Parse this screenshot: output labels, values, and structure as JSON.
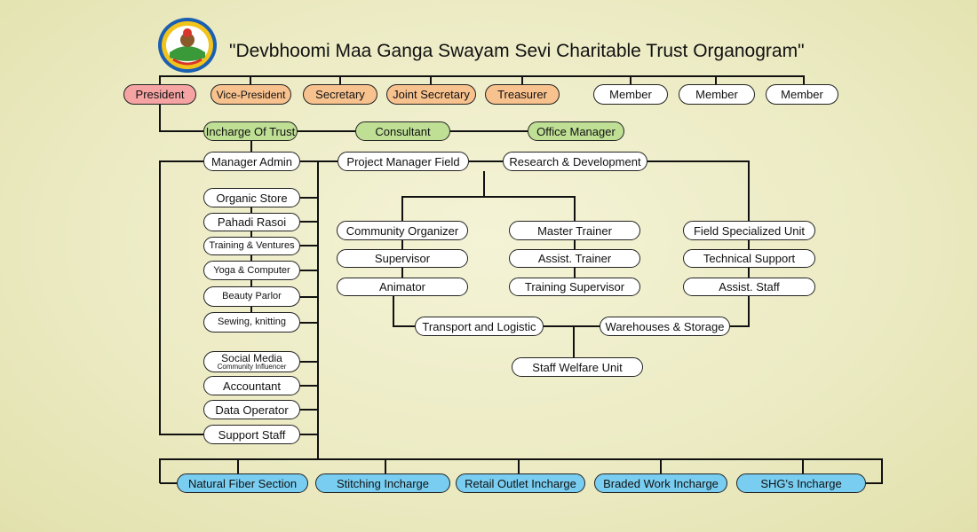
{
  "title": "\"Devbhoomi Maa Ganga Swayam Sevi Charitable Trust Organogram\"",
  "logo": {
    "icon": "trust-logo-icon",
    "colors": [
      "#1b5fb3",
      "#f2c31b",
      "#3a9a3a",
      "#d9362b"
    ]
  },
  "colors": {
    "president": "#f5a3a3",
    "officers": "#f8c28f",
    "management": "#bfdf95",
    "incharge": "#78cdf0",
    "default": "#ffffff"
  },
  "board": {
    "president": "President",
    "vice_president": "Vice-President",
    "secretary": "Secretary",
    "joint_secretary": "Joint Secretary",
    "treasurer": "Treasurer",
    "members": [
      "Member",
      "Member",
      "Member"
    ]
  },
  "management": {
    "incharge_of_trust": "Incharge Of Trust",
    "consultant": "Consultant",
    "office_manager": "Office Manager"
  },
  "heads": {
    "manager_admin": "Manager Admin",
    "project_manager_field": "Project Manager Field",
    "research_development": "Research & Development"
  },
  "admin_units": [
    "Organic Store",
    "Pahadi Rasoi",
    "Training & Ventures",
    "Yoga & Computer",
    "Beauty Parlor",
    "Sewing, knitting"
  ],
  "social_media": {
    "title": "Social Media",
    "subtitle": "Community Influencer"
  },
  "admin_staff": [
    "Accountant",
    "Data Operator",
    "Support Staff"
  ],
  "field": {
    "col1": [
      "Community Organizer",
      "Supervisor",
      "Animator"
    ],
    "col2": [
      "Master Trainer",
      "Assist. Trainer",
      "Training Supervisor"
    ],
    "col3": [
      "Field Specialized Unit",
      "Technical Support",
      "Assist. Staff"
    ]
  },
  "logistics": {
    "transport": "Transport and Logistic",
    "warehouses": "Warehouses & Storage",
    "staff_welfare": "Staff Welfare Unit"
  },
  "incharges": [
    "Natural Fiber Section",
    "Stitching Incharge",
    "Retail Outlet Incharge",
    "Braded Work Incharge",
    "SHG's Incharge"
  ]
}
